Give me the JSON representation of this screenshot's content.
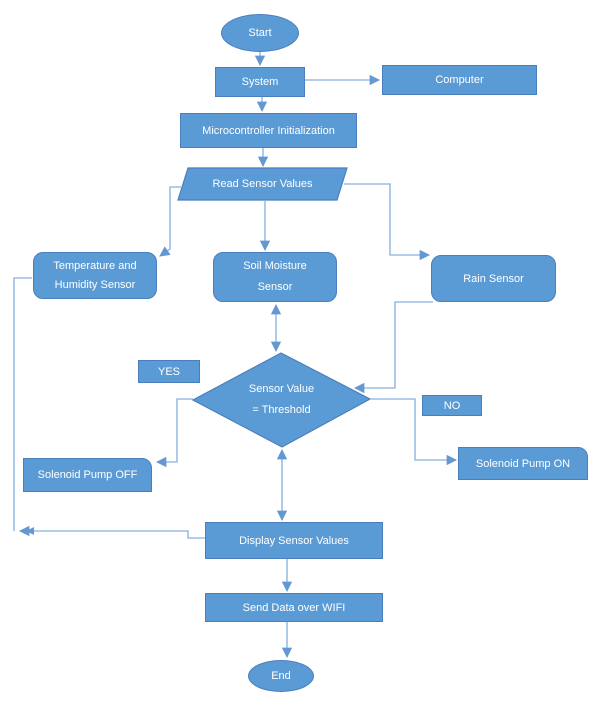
{
  "colors": {
    "shape_fill": "#5b9bd5",
    "shape_border": "#4a7ebc",
    "connector": "#86afdf",
    "arrowhead": "#6598d2",
    "label_text": "#ffffff"
  },
  "nodes": {
    "start": {
      "label": "Start"
    },
    "system": {
      "label": "System"
    },
    "computer": {
      "label": "Computer"
    },
    "micro_init": {
      "label": "Microcontroller Initialization"
    },
    "read_sensors": {
      "label": "Read Sensor Values"
    },
    "temp_humidity": {
      "label": "Temperature and Humidity Sensor"
    },
    "soil_moisture": {
      "label": "Soil Moisture Sensor"
    },
    "rain_sensor": {
      "label": "Rain Sensor"
    },
    "decision": {
      "line1": "Sensor Value",
      "line2": "= Threshold"
    },
    "yes_label": {
      "label": "YES"
    },
    "no_label": {
      "label": "NO"
    },
    "pump_off": {
      "label": "Solenoid Pump OFF"
    },
    "pump_on": {
      "label": "Solenoid Pump ON"
    },
    "display_values": {
      "label": "Display Sensor Values"
    },
    "send_wifi": {
      "label": "Send Data over WIFI"
    },
    "end": {
      "label": "End"
    }
  }
}
